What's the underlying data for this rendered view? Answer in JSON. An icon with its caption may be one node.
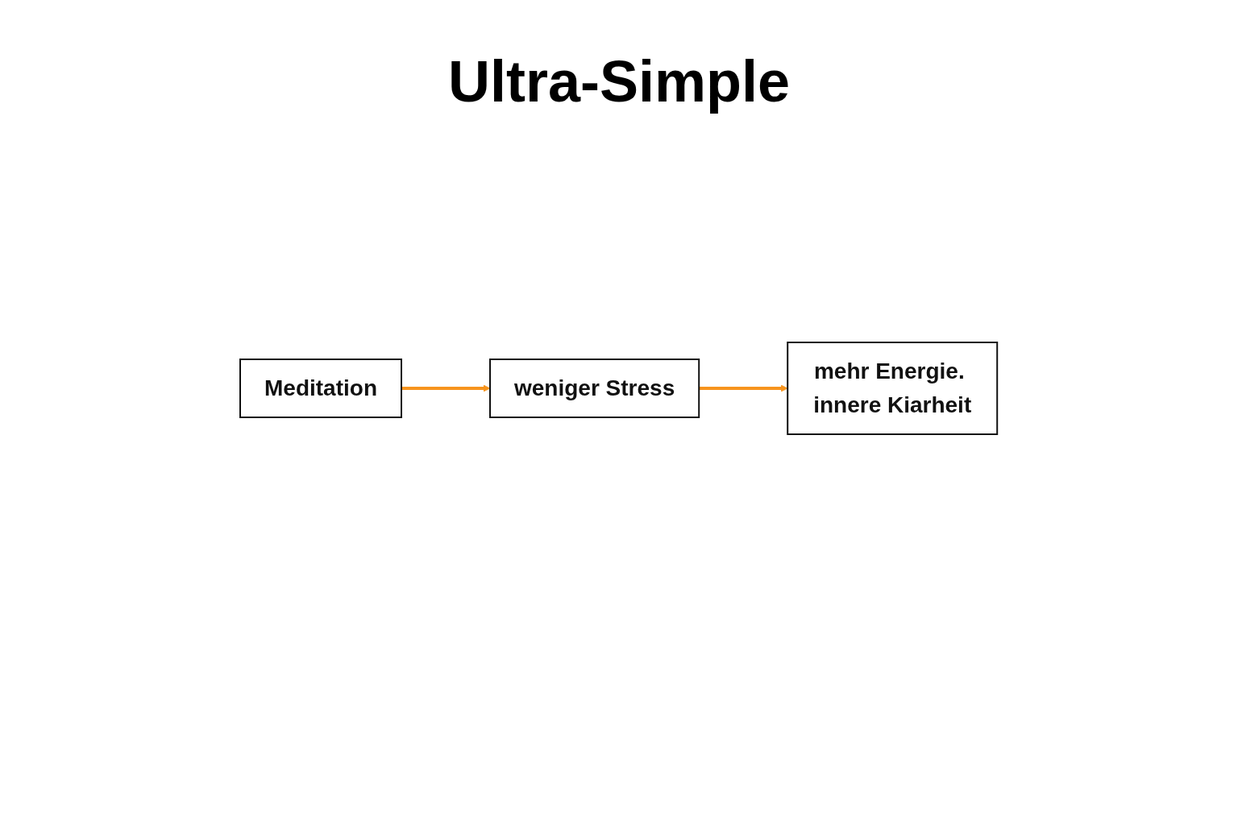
{
  "diagram": {
    "title": "Ultra-Simple",
    "nodes": [
      {
        "text": [
          "Meditation"
        ]
      },
      {
        "text": [
          "weniger Stress"
        ]
      },
      {
        "text": [
          "mehr Energie. innere Kiarheit"
        ]
      }
    ],
    "edges": [
      {
        "from": 0,
        "to": 1,
        "arrow": "to",
        "color": "#f7941d"
      },
      {
        "from": 1,
        "to": 2,
        "arrow": "to",
        "color": "#f7941d"
      }
    ]
  }
}
